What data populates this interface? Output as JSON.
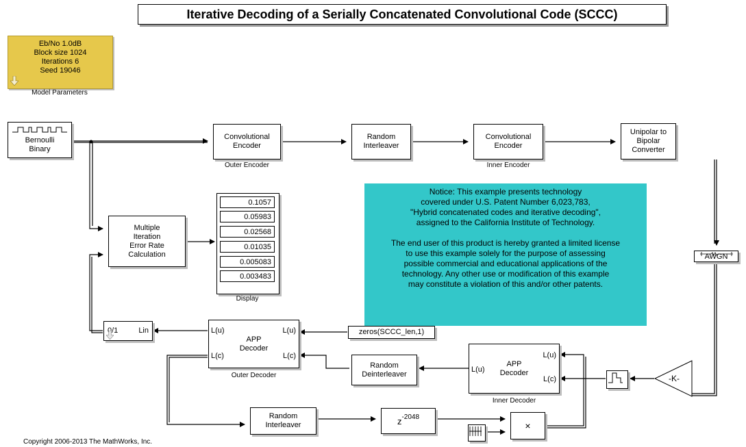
{
  "title": "Iterative Decoding of a Serially Concatenated Convolutional Code (SCCC)",
  "params": {
    "lines": [
      "Eb/No  1.0dB",
      "Block size  1024",
      "Iterations  6",
      "Seed  19046"
    ],
    "caption": "Model Parameters"
  },
  "blocks": {
    "bernoulli": "Bernoulli\nBinary",
    "conv_enc_outer": "Convolutional\nEncoder",
    "outer_encoder_caption": "Outer Encoder",
    "interleaver1": "Random\nInterleaver",
    "conv_enc_inner": "Convolutional\nEncoder",
    "inner_encoder_caption": "Inner Encoder",
    "unipolar": "Unipolar to\nBipolar\nConverter",
    "error_rate": "Multiple\nIteration\nError Rate\nCalculation",
    "display_caption": "Display",
    "awgn": "AWGN",
    "gain": "-K-",
    "zeros": "zeros(SCCC_len,1)",
    "deinterleaver": "Random\nDeinterleaver",
    "interleaver2": "Random\nInterleaver",
    "delay_base": "z",
    "delay_exp": "-2048",
    "product": "×",
    "outer_decoder_caption": "Outer Decoder",
    "inner_decoder_caption": "Inner Decoder",
    "app_label": "APP\nDecoder",
    "lu": "L(u)",
    "lc": "L(c)",
    "lin": "Lin",
    "conv01": "0/1"
  },
  "display_values": [
    "0.1057",
    "0.05983",
    "0.02568",
    "0.01035",
    "0.005083",
    "0.003483"
  ],
  "notice": {
    "para1": [
      "Notice: This example presents technology",
      "covered under U.S. Patent Number 6,023,783,",
      "\"Hybrid concatenated codes and iterative decoding\",",
      "assigned to the California Institute of Technology."
    ],
    "para2": [
      "The end user of this product is hereby granted a limited license",
      "to use this example solely for the purpose of  assessing",
      "possible commercial and educational applications of the",
      "technology. Any other use or modification of this example",
      "may constitute a violation of this and/or other patents."
    ]
  },
  "copyright": "Copyright 2006-2013 The MathWorks, Inc.",
  "colors": {
    "params_bg": "#e6c84b",
    "notice_bg": "#33c7c9"
  }
}
